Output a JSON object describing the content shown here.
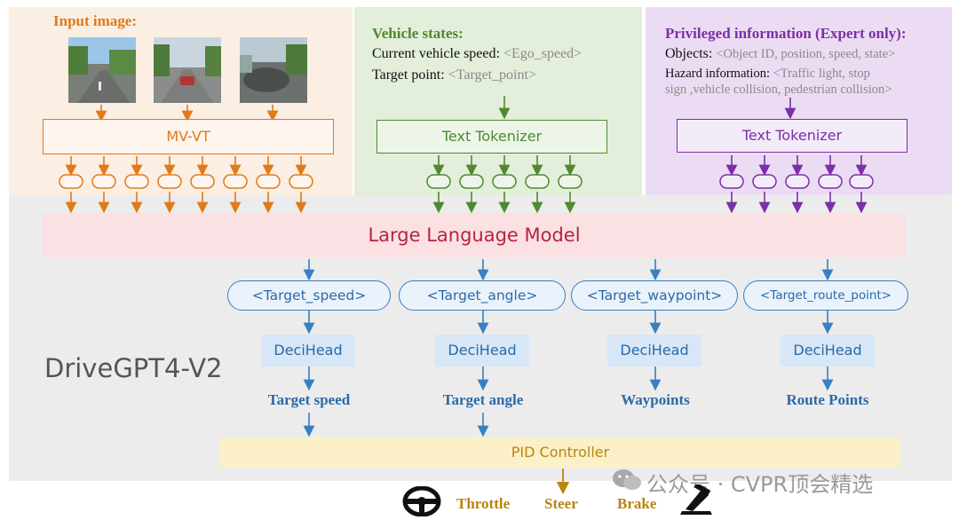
{
  "input_panel": {
    "title": "Input image:",
    "encoder_label": "MV-VT"
  },
  "vehicle_panel": {
    "title": "Vehicle states:",
    "speed_label": "Current vehicle speed: ",
    "speed_token": "<Ego_speed>",
    "target_label": "Target point: ",
    "target_token": "<Target_point>",
    "tokenizer_label": "Text Tokenizer"
  },
  "priv_panel": {
    "title": "Privileged information (Expert only):",
    "objects_label": "Objects: ",
    "objects_token": "<Object ID, position, speed, state>",
    "hazard_label": "Hazard information: ",
    "hazard_token_line1": "<Traffic light, stop",
    "hazard_token_line2": "sign ,vehicle collision, pedestrian collision>",
    "tokenizer_label": "Text Tokenizer"
  },
  "llm_label": "Large Language Model",
  "model_name": "DriveGPT4-V2",
  "heads": [
    {
      "token": "<Target_speed>",
      "head": "DeciHead",
      "output": "Target speed"
    },
    {
      "token": "<Target_angle>",
      "head": "DeciHead",
      "output": "Target angle"
    },
    {
      "token": "<Target_waypoint>",
      "head": "DeciHead",
      "output": "Waypoints"
    },
    {
      "token": "<Target_route_point>",
      "head": "DeciHead",
      "output": "Route Points"
    }
  ],
  "pid_label": "PID Controller",
  "controls": {
    "throttle": "Throttle",
    "steer": "Steer",
    "brake": "Brake"
  },
  "watermark": "公众号 · CVPR顶会精选",
  "icons": {
    "steering_wheel": "steering-wheel-icon",
    "brake_pedal": "brake-pedal-icon",
    "wechat": "wechat-icon"
  },
  "colors": {
    "orange": "#e07a1a",
    "green": "#4f8a2f",
    "purple": "#7b2fa8",
    "blue": "#3a7fc1",
    "red": "#b5263f",
    "gold": "#b8860b"
  }
}
